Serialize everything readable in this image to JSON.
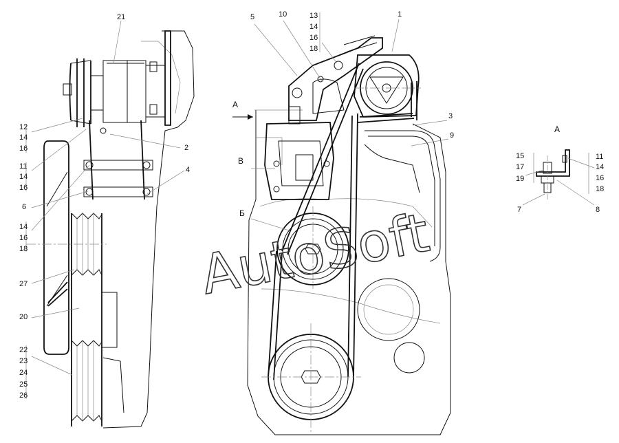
{
  "drawing": {
    "watermark": "AutoSoft",
    "view_labels": {
      "view_a_arrow": "А",
      "view_a_title": "А",
      "view_b": "В",
      "view_c": "Б"
    },
    "callouts": {
      "c21": "21",
      "c12": "12",
      "c14a": "14",
      "c16a": "16",
      "c11": "11",
      "c14b": "14",
      "c16b": "16",
      "c6": "6",
      "c14c": "14",
      "c16c": "16",
      "c18c": "18",
      "c27": "27",
      "c20": "20",
      "c22": "22",
      "c23": "23",
      "c24": "24",
      "c25": "25",
      "c26": "26",
      "c2": "2",
      "c4": "4",
      "c5": "5",
      "c10": "10",
      "c13": "13",
      "c14d": "14",
      "c16d": "16",
      "c18d": "18",
      "c1": "1",
      "c3": "3",
      "c9": "9",
      "c15": "15",
      "c17": "17",
      "c19": "19",
      "c7": "7",
      "c11e": "11",
      "c14e": "14",
      "c16e": "16",
      "c18e": "18",
      "c8": "8"
    }
  }
}
